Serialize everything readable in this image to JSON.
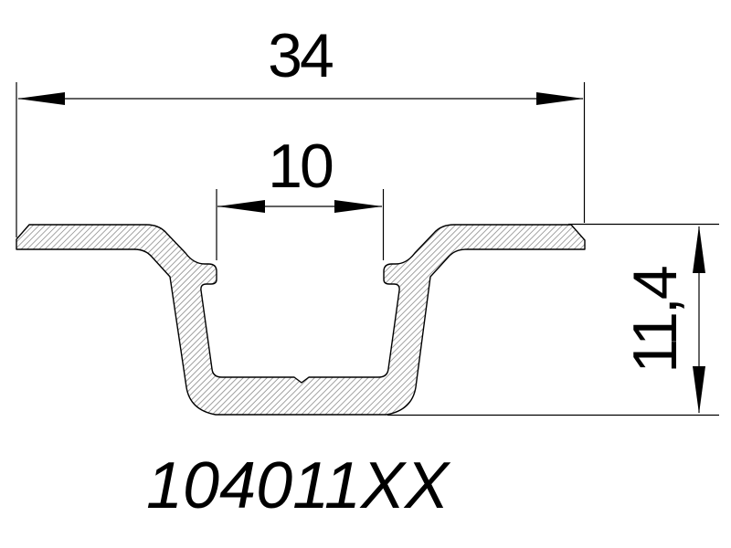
{
  "drawing": {
    "part_number": "104011XX",
    "dimensions": {
      "overall_width": {
        "label": "34",
        "orientation": "horizontal"
      },
      "channel_width": {
        "label": "10",
        "orientation": "horizontal"
      },
      "overall_height": {
        "label": "11,4",
        "orientation": "vertical"
      }
    },
    "colors": {
      "line": "#000000",
      "hatch": "#9b9b9b",
      "background": "#ffffff"
    }
  }
}
